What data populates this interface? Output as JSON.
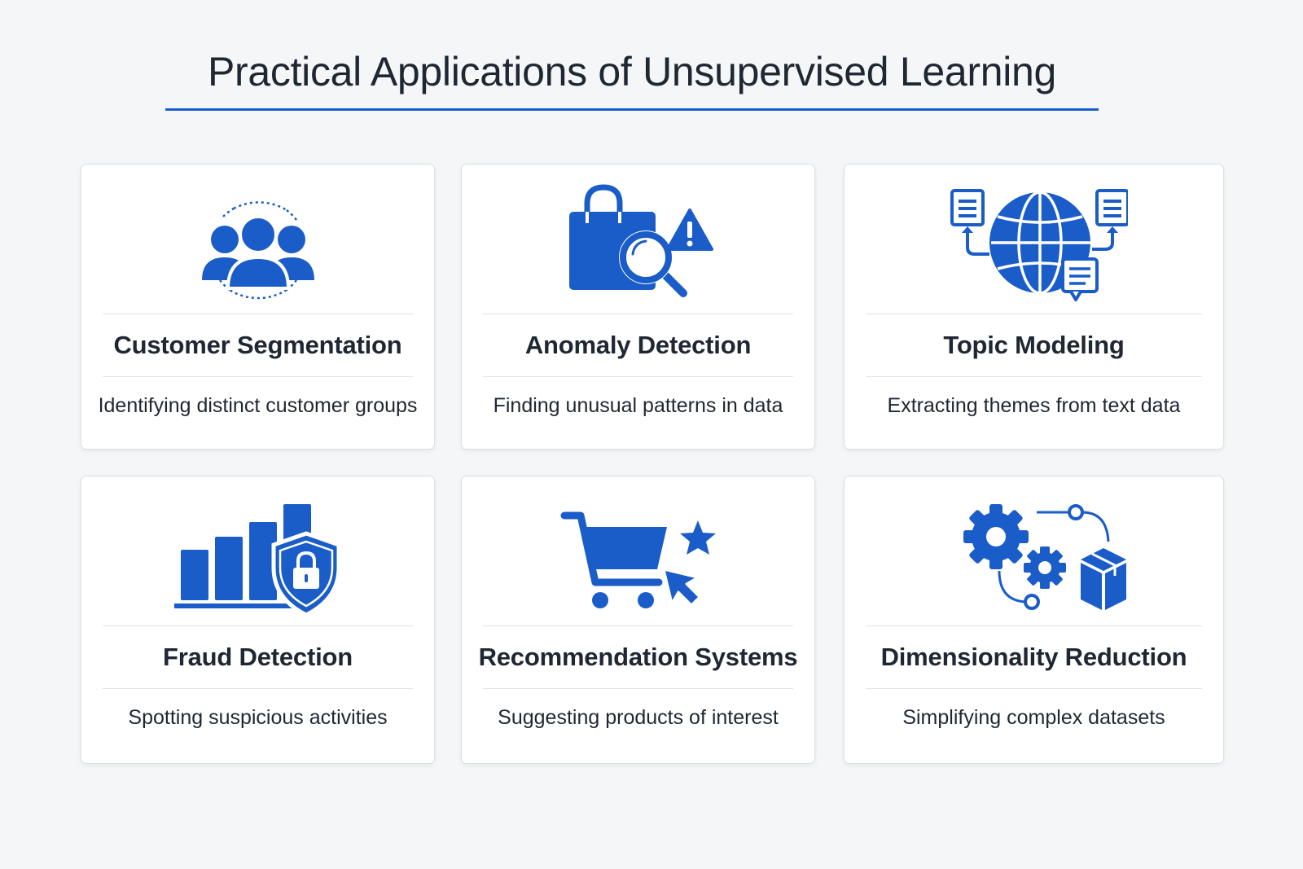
{
  "title": "Practical Applications of Unsupervised Learning",
  "accent_color": "#1a5dc8",
  "cards": [
    {
      "heading": "Customer Segmentation",
      "description": "Identifying distinct customer groups",
      "icon": "user-group-icon"
    },
    {
      "heading": "Anomaly Detection",
      "description": "Finding unusual patterns in data",
      "icon": "shopping-bag-magnifier-warning-icon"
    },
    {
      "heading": "Topic Modeling",
      "description": "Extracting themes from text data",
      "icon": "globe-documents-icon"
    },
    {
      "heading": "Fraud Detection",
      "description": "Spotting suspicious activities",
      "icon": "bar-chart-shield-lock-icon"
    },
    {
      "heading": "Recommendation Systems",
      "description": "Suggesting products of interest",
      "icon": "cart-star-cursor-icon"
    },
    {
      "heading": "Dimensionality Reduction",
      "description": "Simplifying complex datasets",
      "icon": "gears-box-icon"
    }
  ]
}
